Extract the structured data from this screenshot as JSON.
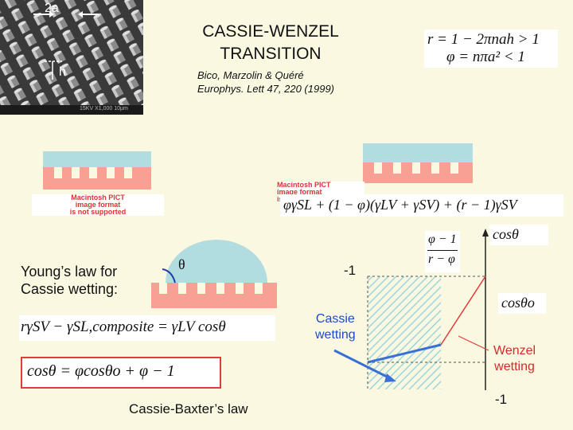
{
  "slide": {
    "title_line1": "CASSIE-WENZEL",
    "title_line2": "TRANSITION",
    "reference_line1": "Bico, Marzolin & Quéré",
    "reference_line2": "Europhys. Lett 47, 220 (1999)"
  },
  "micrograph": {
    "label_2a": "2a",
    "label_h": "h",
    "scale_text": "15KV  X1,000  10µm"
  },
  "equations": {
    "r_definition": "r = 1 − 2πnah > 1",
    "phi_definition": "φ = nπa² < 1",
    "energy_expression": "φγSL + (1 − φ)(γLV + γSV) + (r − 1)γSV",
    "young_law": "rγSV − γSL,composite = γLV cosθ",
    "cassie_baxter": "cosθ = φcosθo + φ − 1",
    "threshold_num": "φ − 1",
    "threshold_den": "r − φ",
    "cos_theta_o": "cosθo",
    "cos_theta": "cosθ"
  },
  "labels": {
    "youngs_law_line1": "Young’s law for",
    "youngs_law_line2": "Cassie wetting:",
    "theta": "θ",
    "cassie_wetting_line1": "Cassie",
    "cassie_wetting_line2": "wetting",
    "wenzel_wetting_line1": "Wenzel",
    "wenzel_wetting_line2": "wetting",
    "minus_one_top": "-1",
    "minus_one_bottom": "-1",
    "cassie_baxter_law": "Cassie-Baxter’s law",
    "placeholder_line1": "Macintosh PICT",
    "placeholder_line2": "image format",
    "placeholder_line3": "is not supported"
  },
  "colors": {
    "liquid": "#b2dde0",
    "solid": "#f7a093",
    "cassie_line": "#3a6fd8",
    "wenzel_line": "#e03a3a",
    "highlight_box": "#e03a3a"
  }
}
